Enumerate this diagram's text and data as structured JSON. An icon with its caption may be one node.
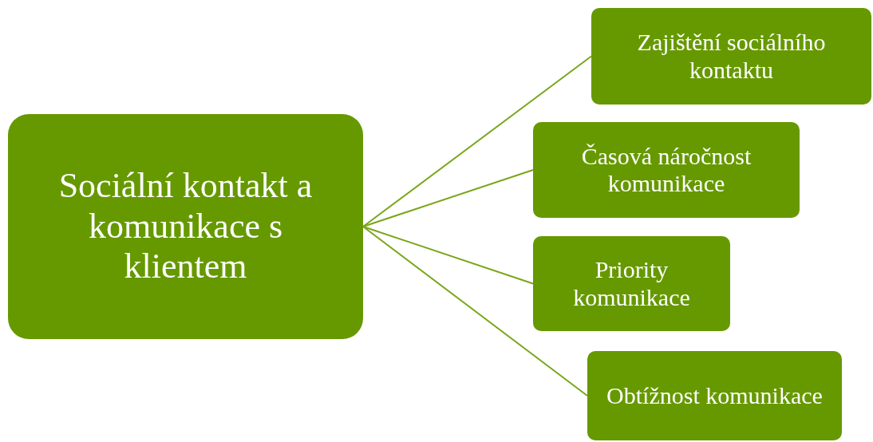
{
  "diagram": {
    "nodes": [
      {
        "text": [
          "Sociální kontakt a komunikace s klientem"
        ]
      },
      {
        "text": [
          "Zajištění sociálního kontaktu"
        ]
      },
      {
        "text": [
          "Časová náročnost komunikace"
        ]
      },
      {
        "text": [
          "Priority komunikace"
        ]
      },
      {
        "text": [
          "Obtížnost komunikace"
        ]
      }
    ],
    "edges": [
      {
        "from": 0,
        "to": 1,
        "arrow": "none"
      },
      {
        "from": 0,
        "to": 2,
        "arrow": "none"
      },
      {
        "from": 0,
        "to": 3,
        "arrow": "none"
      },
      {
        "from": 0,
        "to": 4,
        "arrow": "none"
      }
    ]
  }
}
